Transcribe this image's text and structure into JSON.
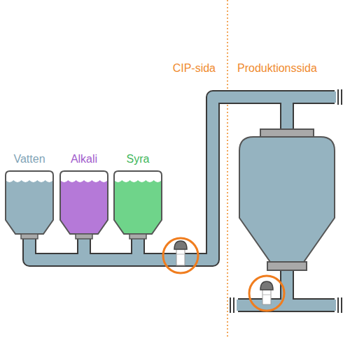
{
  "diagram": {
    "nodes": [
      {
        "text": [
          "Vatten"
        ]
      },
      {
        "text": [
          "Alkali"
        ]
      },
      {
        "text": [
          "Syra"
        ]
      }
    ],
    "labels": [
      "CIP-sida",
      "Produktionssida"
    ]
  }
}
